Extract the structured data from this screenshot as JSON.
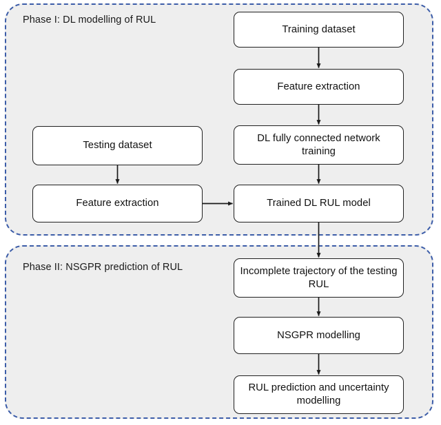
{
  "figure": {
    "type": "flowchart",
    "title": "",
    "background_color": "#ffffff",
    "panel_fill_color": "#eeeeee",
    "panel_border_color": "#3b5ca8",
    "node_border_color": "#1f1f1f",
    "node_fill_color": "#ffffff",
    "connector_color": "#1a1a1a"
  },
  "phases": [
    {
      "id": "phase-1",
      "label": "Phase I: DL modelling of RUL"
    },
    {
      "id": "phase-2",
      "label": "Phase II: NSGPR prediction of RUL"
    }
  ],
  "nodes": {
    "training_dataset": "Training dataset",
    "feature_extraction_train": "Feature extraction",
    "dl_training": "DL fully connected network training",
    "trained_model": "Trained DL RUL model",
    "testing_dataset": "Testing dataset",
    "feature_extraction_test": "Feature extraction",
    "incomplete_trajectory": "Incomplete trajectory of the testing RUL",
    "nsgpr_modelling": "NSGPR modelling",
    "rul_prediction": "RUL prediction and uncertainty modelling"
  },
  "edges": [
    {
      "from": "training_dataset",
      "to": "feature_extraction_train",
      "direction": "down"
    },
    {
      "from": "feature_extraction_train",
      "to": "dl_training",
      "direction": "down"
    },
    {
      "from": "dl_training",
      "to": "trained_model",
      "direction": "down"
    },
    {
      "from": "testing_dataset",
      "to": "feature_extraction_test",
      "direction": "down"
    },
    {
      "from": "feature_extraction_test",
      "to": "trained_model",
      "direction": "right"
    },
    {
      "from": "trained_model",
      "to": "incomplete_trajectory",
      "direction": "down"
    },
    {
      "from": "incomplete_trajectory",
      "to": "nsgpr_modelling",
      "direction": "down"
    },
    {
      "from": "nsgpr_modelling",
      "to": "rul_prediction",
      "direction": "down"
    }
  ]
}
